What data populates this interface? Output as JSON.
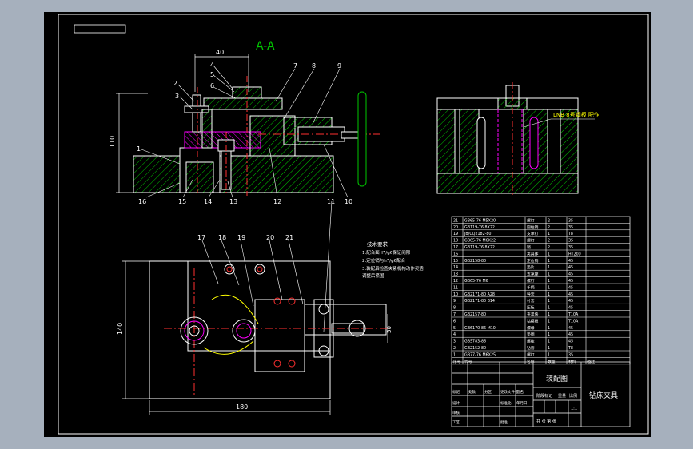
{
  "view": {
    "section_title": "A-A",
    "detail_note": "LNB 8号钢板 配作",
    "dims": {
      "top": "40",
      "left": "110",
      "bottom": "180",
      "plan_left": "140",
      "plan_right": "50"
    }
  },
  "callouts": {
    "section": [
      "1",
      "2",
      "3",
      "4",
      "5",
      "6",
      "7",
      "8",
      "9",
      "10",
      "11",
      "12",
      "13",
      "14",
      "15",
      "16"
    ],
    "plan": [
      "17",
      "18",
      "19",
      "20",
      "21"
    ]
  },
  "notes": {
    "heading": "技术要求",
    "lines": [
      "1.配合面H7/g6保证间隙",
      "2.定位销与h7/g6配合",
      "3.装配后检查夹紧机构动作灵活",
      "调整后紧固"
    ]
  },
  "bom": [
    {
      "no": "21",
      "code": "GB65-76 M5X20",
      "name": "螺钉",
      "qty": "2",
      "mat": "35"
    },
    {
      "no": "20",
      "code": "GB119-76 8X22",
      "name": "圆柱销",
      "qty": "2",
      "mat": "35"
    },
    {
      "no": "19",
      "code": "JB/CQ2182-80",
      "name": "支承钉",
      "qty": "1",
      "mat": "T8"
    },
    {
      "no": "18",
      "code": "GB65-76 M6X22",
      "name": "螺钉",
      "qty": "2",
      "mat": "35"
    },
    {
      "no": "17",
      "code": "GB119-76 8X22",
      "name": "销",
      "qty": "2",
      "mat": "35"
    },
    {
      "no": "16",
      "code": "",
      "name": "夹具体",
      "qty": "1",
      "mat": "HT200"
    },
    {
      "no": "15",
      "code": "GB2158-80",
      "name": "定位销",
      "qty": "1",
      "mat": "45"
    },
    {
      "no": "14",
      "code": "",
      "name": "垫片",
      "qty": "1",
      "mat": "45"
    },
    {
      "no": "13",
      "code": "",
      "name": "支承座",
      "qty": "1",
      "mat": "45"
    },
    {
      "no": "12",
      "code": "GB65-76 M6",
      "name": "螺钉",
      "qty": "1",
      "mat": "45"
    },
    {
      "no": "11",
      "code": "",
      "name": "手柄",
      "qty": "1",
      "mat": "45"
    },
    {
      "no": "10",
      "code": "GB2171-80 A28",
      "name": "导套",
      "qty": "1",
      "mat": "45"
    },
    {
      "no": "9",
      "code": "GB2171-80 B14",
      "name": "衬套",
      "qty": "1",
      "mat": "45"
    },
    {
      "no": "8",
      "code": "",
      "name": "压板",
      "qty": "1",
      "mat": "45"
    },
    {
      "no": "7",
      "code": "GB2157-80",
      "name": "夹紧块",
      "qty": "1",
      "mat": "T10A"
    },
    {
      "no": "6",
      "code": "",
      "name": "钻模板",
      "qty": "1",
      "mat": "T10A"
    },
    {
      "no": "5",
      "code": "GB6170-86 M10",
      "name": "螺母",
      "qty": "1",
      "mat": "45"
    },
    {
      "no": "4",
      "code": "",
      "name": "垫圈",
      "qty": "1",
      "mat": "45"
    },
    {
      "no": "3",
      "code": "GB5783-86",
      "name": "螺栓",
      "qty": "1",
      "mat": "45"
    },
    {
      "no": "2",
      "code": "GB2152-80",
      "name": "钻套",
      "qty": "1",
      "mat": "T8"
    },
    {
      "no": "1",
      "code": "GB77-76 M6X25",
      "name": "螺钉",
      "qty": "1",
      "mat": "35"
    }
  ],
  "bom_header": {
    "no": "序号",
    "code": "代号",
    "name": "名称",
    "qty": "数量",
    "mat": "材料",
    "note": "备注"
  },
  "title_block": {
    "drawing_name": "装配图",
    "part_name": "钻床夹具",
    "scale_label": "比例",
    "scale_value": "1:1",
    "sheet_label": "共 张 第 张",
    "rows": [
      "标记",
      "处数",
      "分区",
      "更改文件号",
      "签名",
      "年月日"
    ],
    "roles": [
      "设计",
      "审核",
      "工艺",
      "标准化",
      "批准"
    ],
    "stage_labels": [
      "阶段标记",
      "重量",
      "比例"
    ]
  },
  "colors": {
    "frame": "#ffffff",
    "part": "#ffffff",
    "hatch_green": "#00c800",
    "magenta": "#ff00ff",
    "red": "#ff2020",
    "yellow": "#ffff00",
    "center": "#ff3030"
  }
}
